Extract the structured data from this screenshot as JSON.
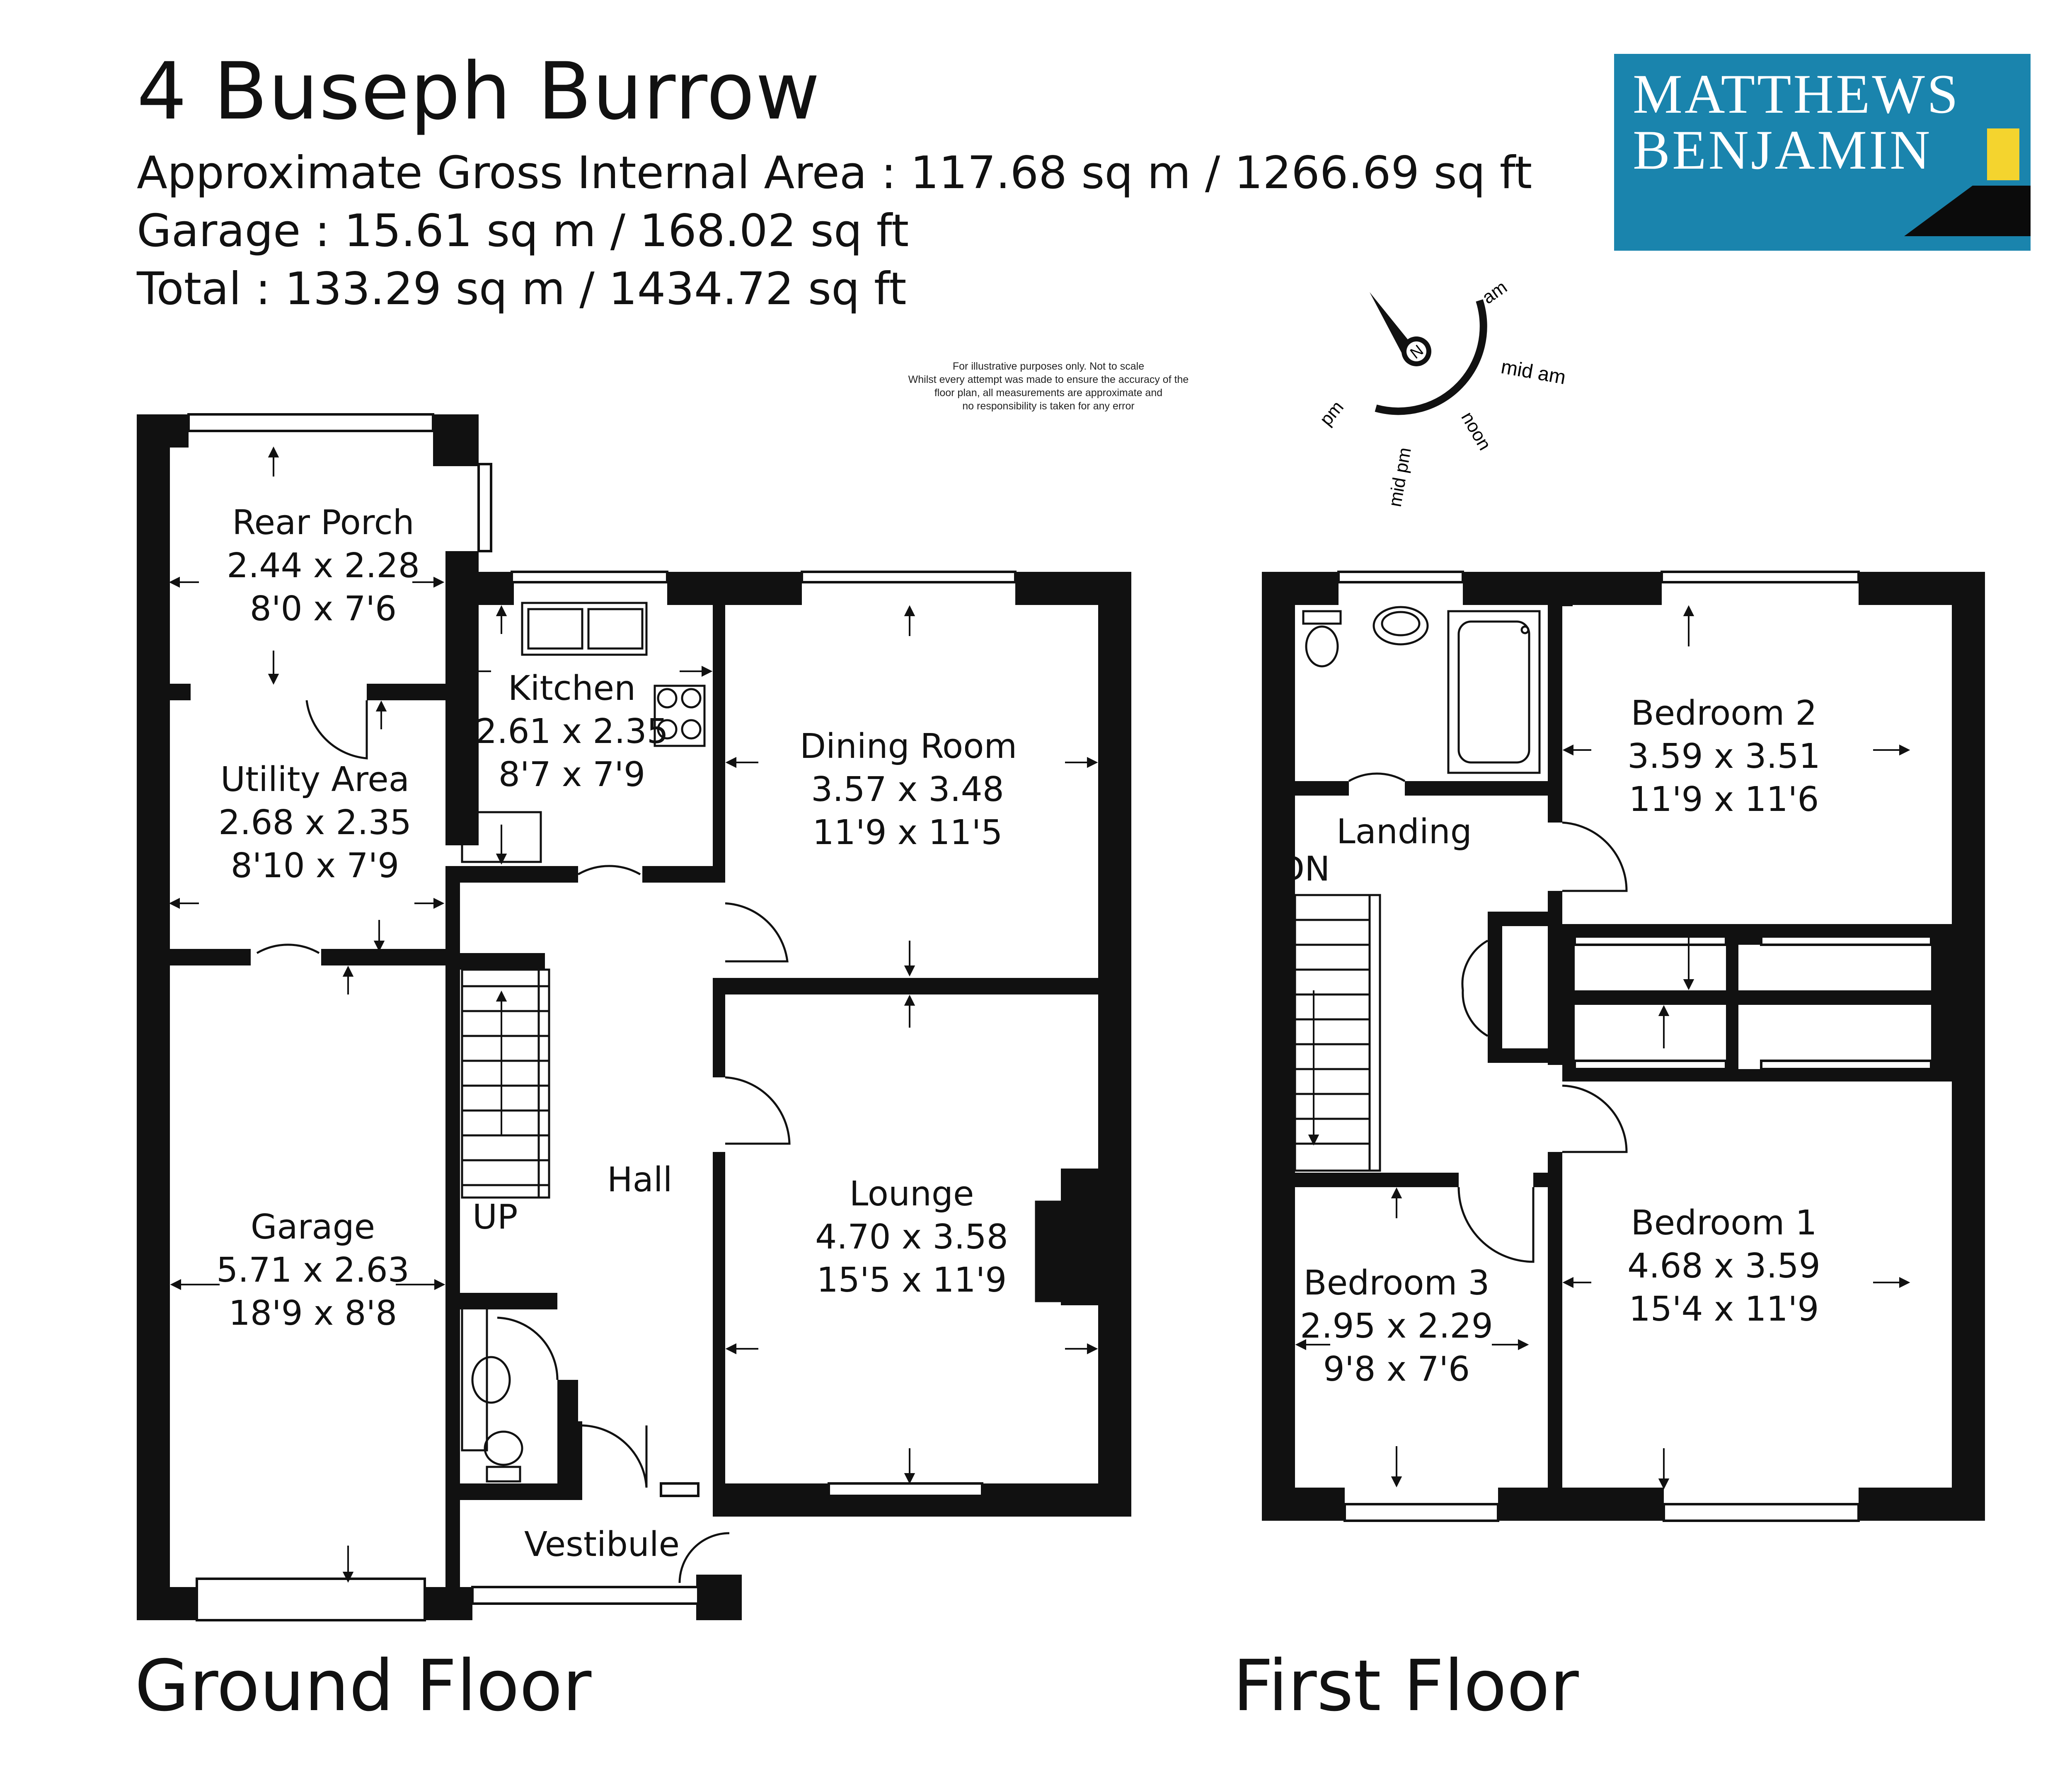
{
  "header": {
    "title": "4 Buseph Burrow",
    "gross_area": "Approximate Gross Internal Area : 117.68 sq m / 1266.69 sq ft",
    "garage_area": "Garage :  15.61 sq m / 168.02 sq ft",
    "total_area": "Total : 133.29 sq m / 1434.72 sq ft"
  },
  "disclaimer": {
    "line1": "For illustrative purposes only. Not to scale",
    "line2": "Whilst every attempt was made to ensure the accuracy of the",
    "line3": "floor plan, all measurements are approximate and",
    "line4": "no responsibility is taken for any error"
  },
  "logo": {
    "line1": "MATTHEWS",
    "line2": "BENJAMIN",
    "bg_color": "#1a84ad",
    "accent_color": "#f4d42e"
  },
  "compass": {
    "north": "N",
    "am": "am",
    "mid_am": "mid am",
    "noon": "noon",
    "mid_pm": "mid pm",
    "pm": "pm"
  },
  "ground_floor": {
    "label": "Ground Floor",
    "up": "UP",
    "rooms": {
      "rear_porch": {
        "name": "Rear Porch",
        "metric": "2.44 x 2.28",
        "imperial": "8'0 x 7'6"
      },
      "utility": {
        "name": "Utility Area",
        "metric": "2.68 x 2.35",
        "imperial": "8'10 x 7'9"
      },
      "kitchen": {
        "name": "Kitchen",
        "metric": "2.61 x 2.35",
        "imperial": "8'7 x 7'9"
      },
      "dining": {
        "name": "Dining Room",
        "metric": "3.57 x 3.48",
        "imperial": "11'9 x 11'5"
      },
      "garage": {
        "name": "Garage",
        "metric": "5.71 x 2.63",
        "imperial": "18'9 x 8'8"
      },
      "hall": {
        "name": "Hall"
      },
      "lounge": {
        "name": "Lounge",
        "metric": "4.70 x 3.58",
        "imperial": "15'5 x 11'9"
      },
      "vestibule": {
        "name": "Vestibule"
      }
    }
  },
  "first_floor": {
    "label": "First Floor",
    "dn": "DN",
    "rooms": {
      "landing": {
        "name": "Landing"
      },
      "bedroom2": {
        "name": "Bedroom 2",
        "metric": "3.59 x 3.51",
        "imperial": "11'9 x 11'6"
      },
      "bedroom1": {
        "name": "Bedroom 1",
        "metric": "4.68 x 3.59",
        "imperial": "15'4 x 11'9"
      },
      "bedroom3": {
        "name": "Bedroom 3",
        "metric": "2.95 x 2.29",
        "imperial": "9'8 x 7'6"
      }
    }
  }
}
